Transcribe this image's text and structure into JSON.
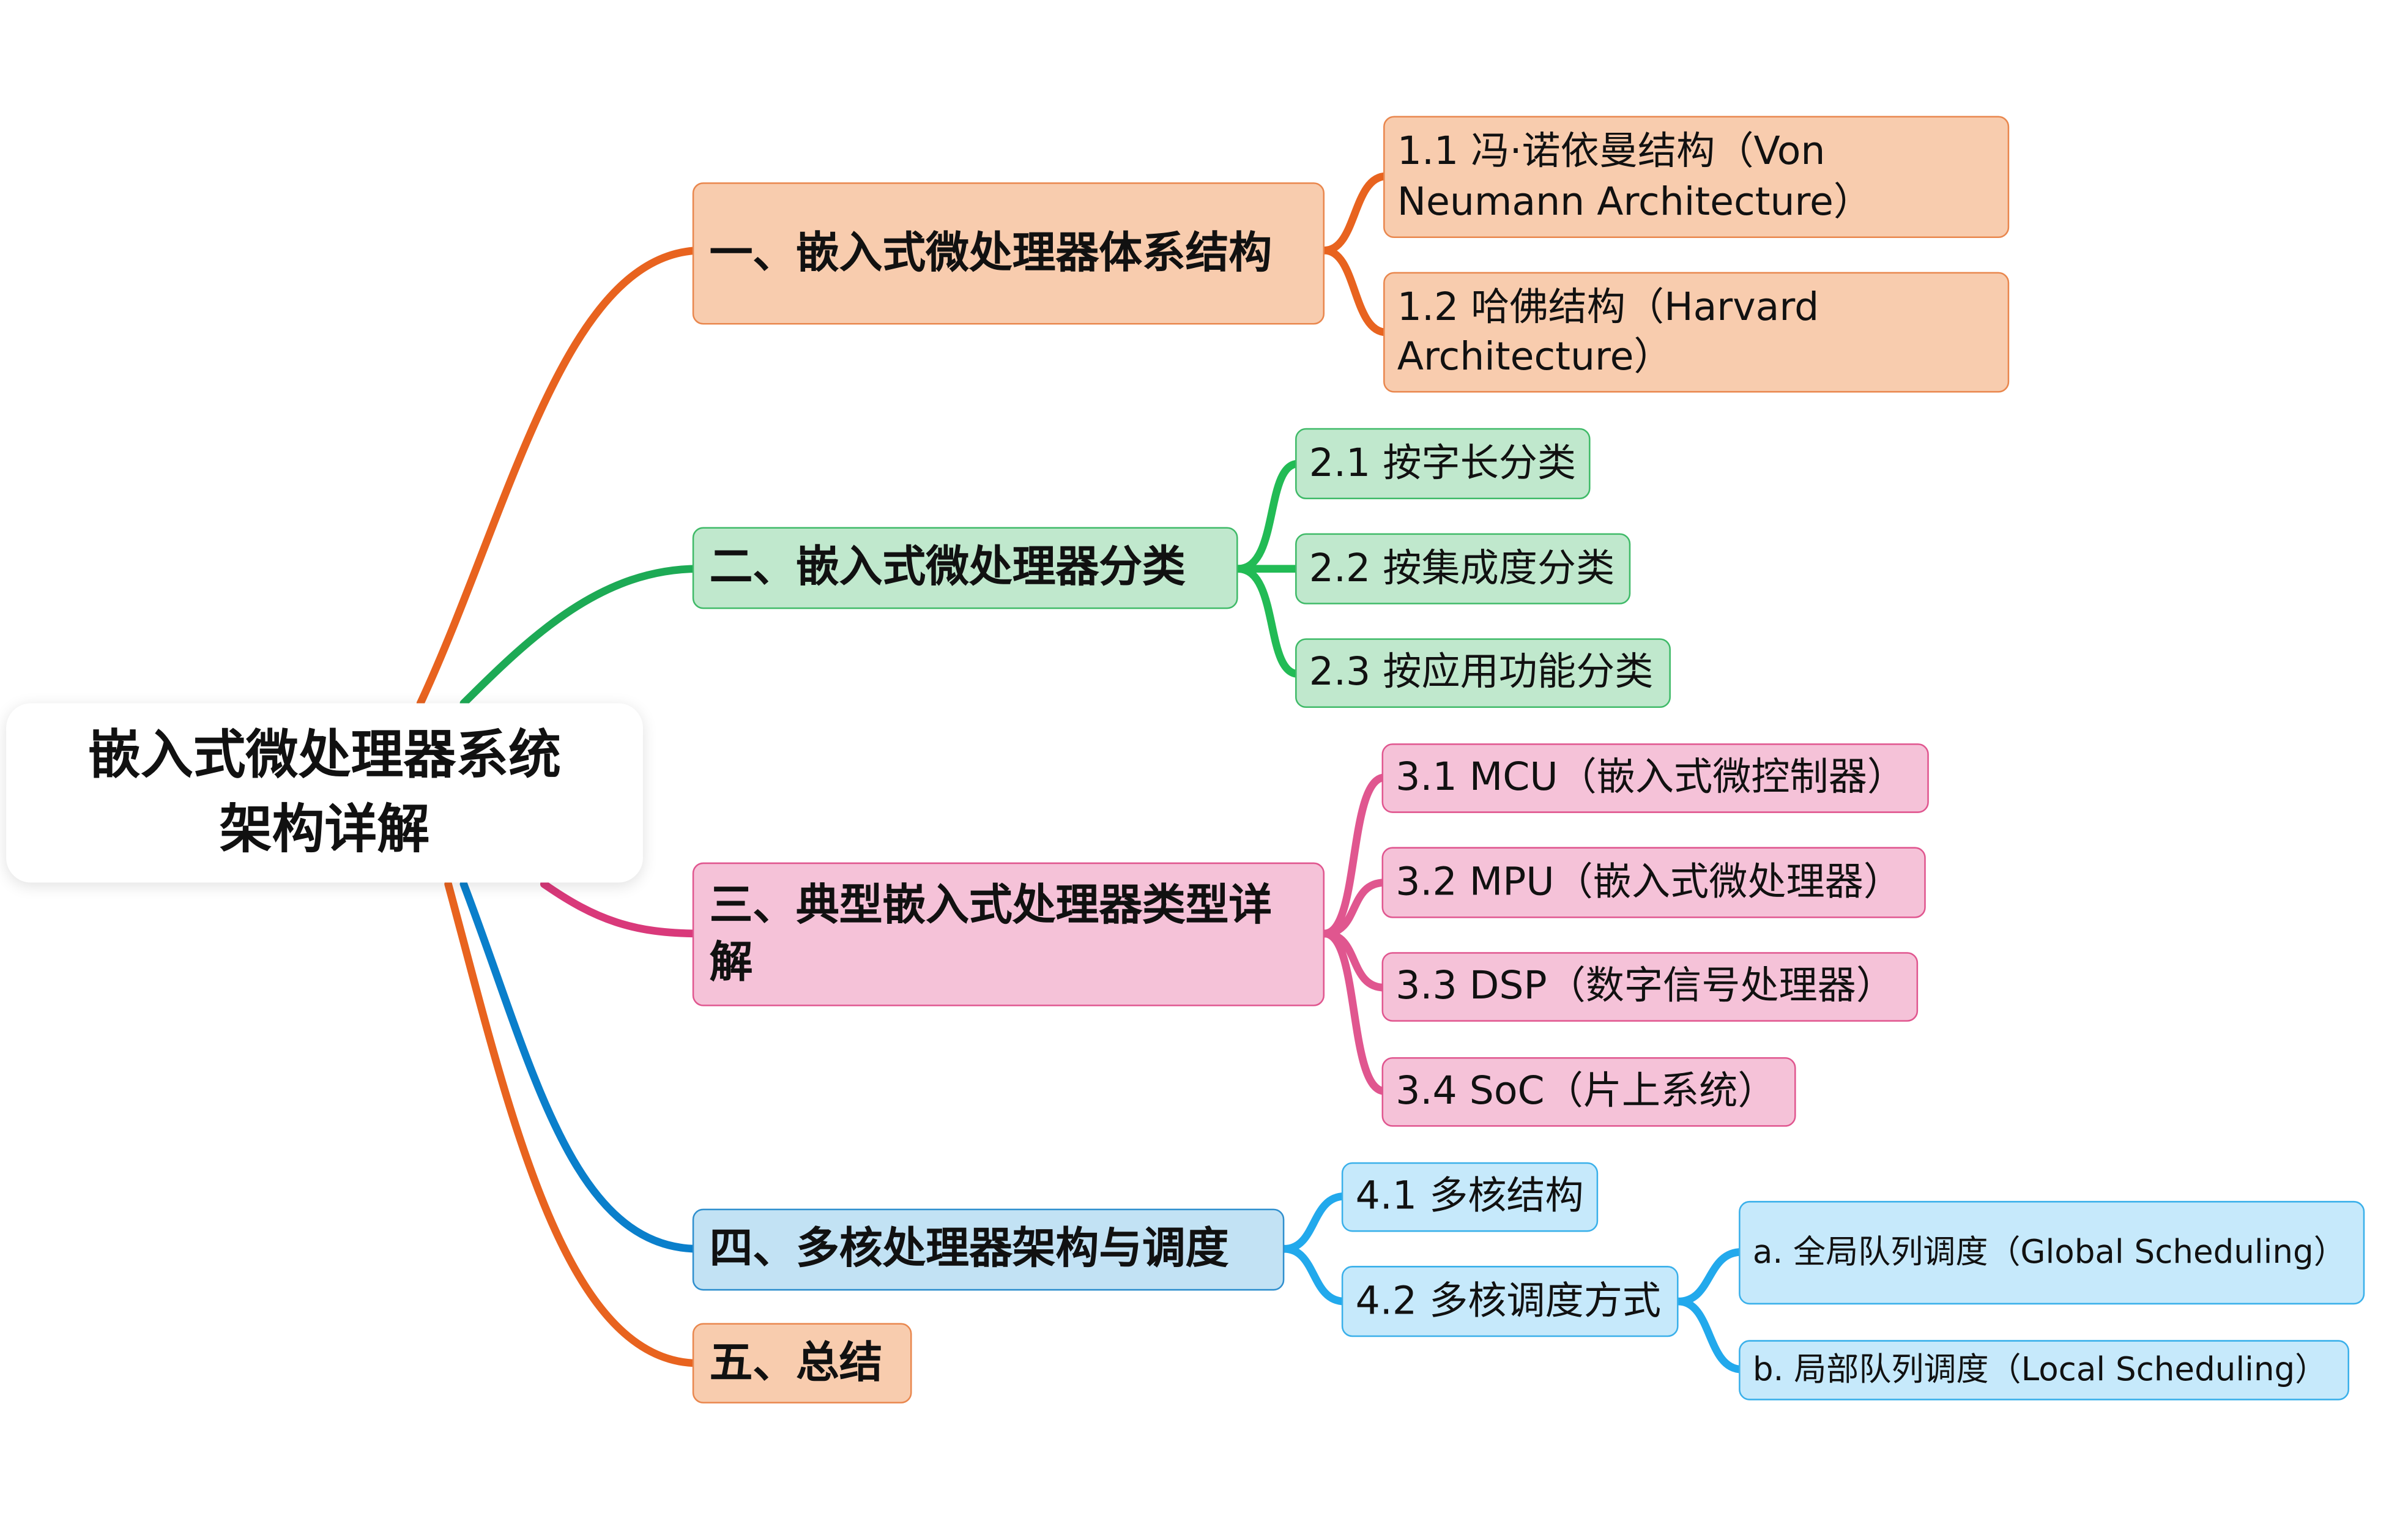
{
  "root": {
    "line1": "嵌入式微处理器系统",
    "line2": "架构详解"
  },
  "branches": [
    {
      "label": "一、嵌入式微处理器体系结构",
      "color": "#e8631f",
      "children": [
        {
          "label": "1.1 冯·诺依曼结构（Von Neumann Architecture）"
        },
        {
          "label": "1.2 哈佛结构（Harvard Architecture）"
        }
      ]
    },
    {
      "label": "二、嵌入式微处理器分类",
      "color": "#1daa55",
      "children": [
        {
          "label": "2.1 按字长分类"
        },
        {
          "label": "2.2 按集成度分类"
        },
        {
          "label": "2.3 按应用功能分类"
        }
      ]
    },
    {
      "label": "三、典型嵌入式处理器类型详解",
      "color": "#d9397a",
      "children": [
        {
          "label": "3.1 MCU（嵌入式微控制器）"
        },
        {
          "label": "3.2 MPU（嵌入式微处理器）"
        },
        {
          "label": "3.3 DSP（数字信号处理器）"
        },
        {
          "label": "3.4 SoC（片上系统）"
        }
      ]
    },
    {
      "label": "四、多核处理器架构与调度",
      "color": "#0a7fcb",
      "children": [
        {
          "label": "4.1 多核结构"
        },
        {
          "label": "4.2 多核调度方式",
          "children": [
            {
              "label": "a. 全局队列调度（Global Scheduling）"
            },
            {
              "label": "b. 局部队列调度（Local Scheduling）"
            }
          ]
        }
      ]
    },
    {
      "label": "五、总结",
      "color": "#e8631f",
      "children": []
    }
  ],
  "colors": {
    "orange": "#e8631f",
    "green": "#1daa55",
    "pink": "#d9397a",
    "blue": "#0a7fcb",
    "lightblue": "#22a9ec"
  }
}
